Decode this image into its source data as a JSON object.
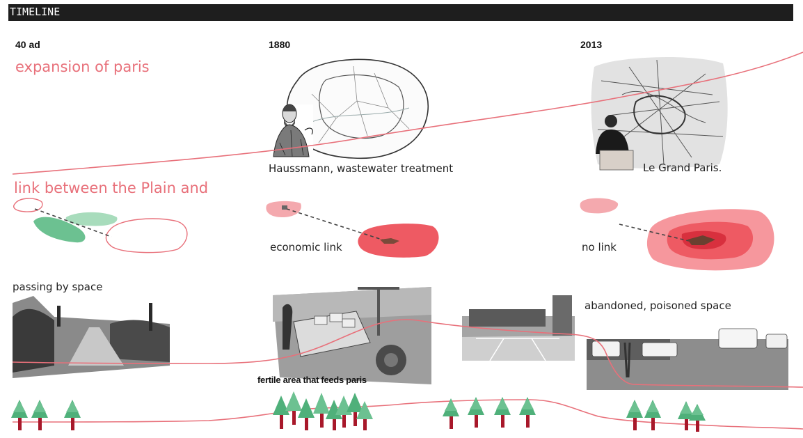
{
  "header": {
    "title": "TIMELINE"
  },
  "eras": [
    {
      "year": "40 ad"
    },
    {
      "year": "1880"
    },
    {
      "year": "2013"
    }
  ],
  "section_titles": {
    "expansion": "expansion of paris",
    "link": "link between the Plain and"
  },
  "captions": {
    "haussmann": "Haussmann, wastewater treatment",
    "grand_paris": "Le Grand Paris.",
    "economic_link": "economic link",
    "no_link": "no link",
    "passing": "passing by space",
    "abandoned": "abandoned, poisoned space",
    "fertile": "fertile area that feeds paris"
  },
  "colors": {
    "header_bg": "#1e1e1e",
    "line_red": "#e8707a",
    "blob_red": "#ee5a63",
    "blob_pink": "#f4a9ae",
    "green": "#6cc191",
    "tree_green": "#4fb07a",
    "trunk": "#a8182a"
  },
  "illustrations": {
    "haussmann_map": "paris-arrondissement-map",
    "grand_paris_map": "grand-paris-map-with-speaker",
    "ancient_road_photo": "ancient-roman-road-photo",
    "harvest_photo": "farm-cart-photo",
    "street_photo": "urban-crossroad-photo",
    "camp_photo": "caravan-camp-photo"
  }
}
